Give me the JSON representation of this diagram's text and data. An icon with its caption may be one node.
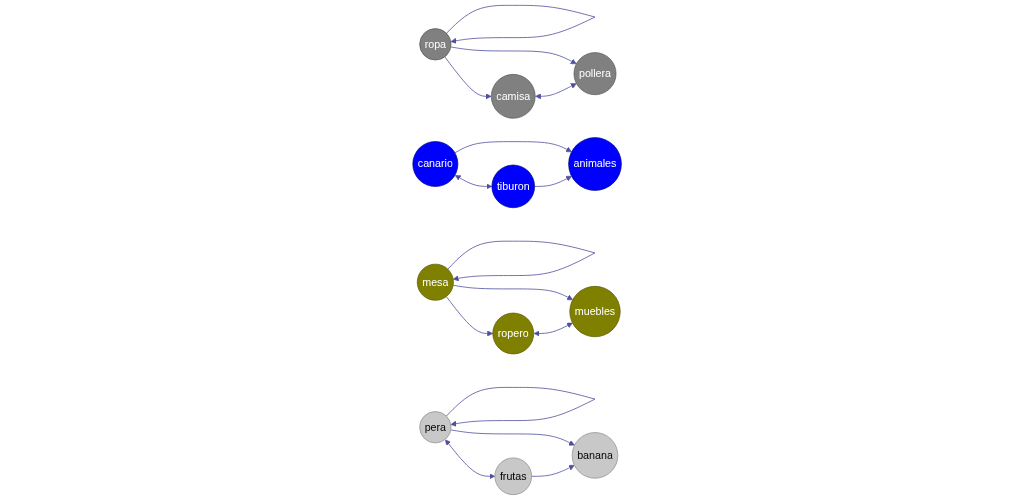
{
  "diagram": {
    "nodes": [
      {
        "text": [
          "ropa"
        ]
      },
      {
        "text": [
          "camisa"
        ]
      },
      {
        "text": [
          "pollera"
        ]
      },
      {
        "text": [
          "canario"
        ]
      },
      {
        "text": [
          "ropero"
        ]
      },
      {
        "text": [
          "mesa"
        ]
      },
      {
        "text": [
          "animales"
        ]
      },
      {
        "text": [
          "tiburon"
        ]
      },
      {
        "text": [
          "muebles"
        ]
      },
      {
        "text": [
          "pera"
        ]
      },
      {
        "text": [
          "frutas"
        ]
      },
      {
        "text": [
          "banana"
        ]
      }
    ],
    "edges": [
      {
        "from": 0,
        "to": 0,
        "arrow": "to"
      },
      {
        "from": 0,
        "to": 1,
        "arrow": "to"
      },
      {
        "from": 0,
        "to": 2,
        "arrow": "to"
      },
      {
        "from": 1,
        "to": 2,
        "arrow": "both"
      },
      {
        "from": 3,
        "to": 6,
        "arrow": "to"
      },
      {
        "from": 7,
        "to": 6,
        "arrow": "to"
      },
      {
        "from": 3,
        "to": 7,
        "arrow": "both"
      },
      {
        "from": 5,
        "to": 5,
        "arrow": "to"
      },
      {
        "from": 5,
        "to": 4,
        "arrow": "to"
      },
      {
        "from": 5,
        "to": 8,
        "arrow": "to"
      },
      {
        "from": 4,
        "to": 8,
        "arrow": "both"
      },
      {
        "from": 9,
        "to": 9,
        "arrow": "to"
      },
      {
        "from": 9,
        "to": 10,
        "arrow": "both"
      },
      {
        "from": 9,
        "to": 11,
        "arrow": "to"
      },
      {
        "from": 10,
        "to": 11,
        "arrow": "to"
      }
    ]
  }
}
